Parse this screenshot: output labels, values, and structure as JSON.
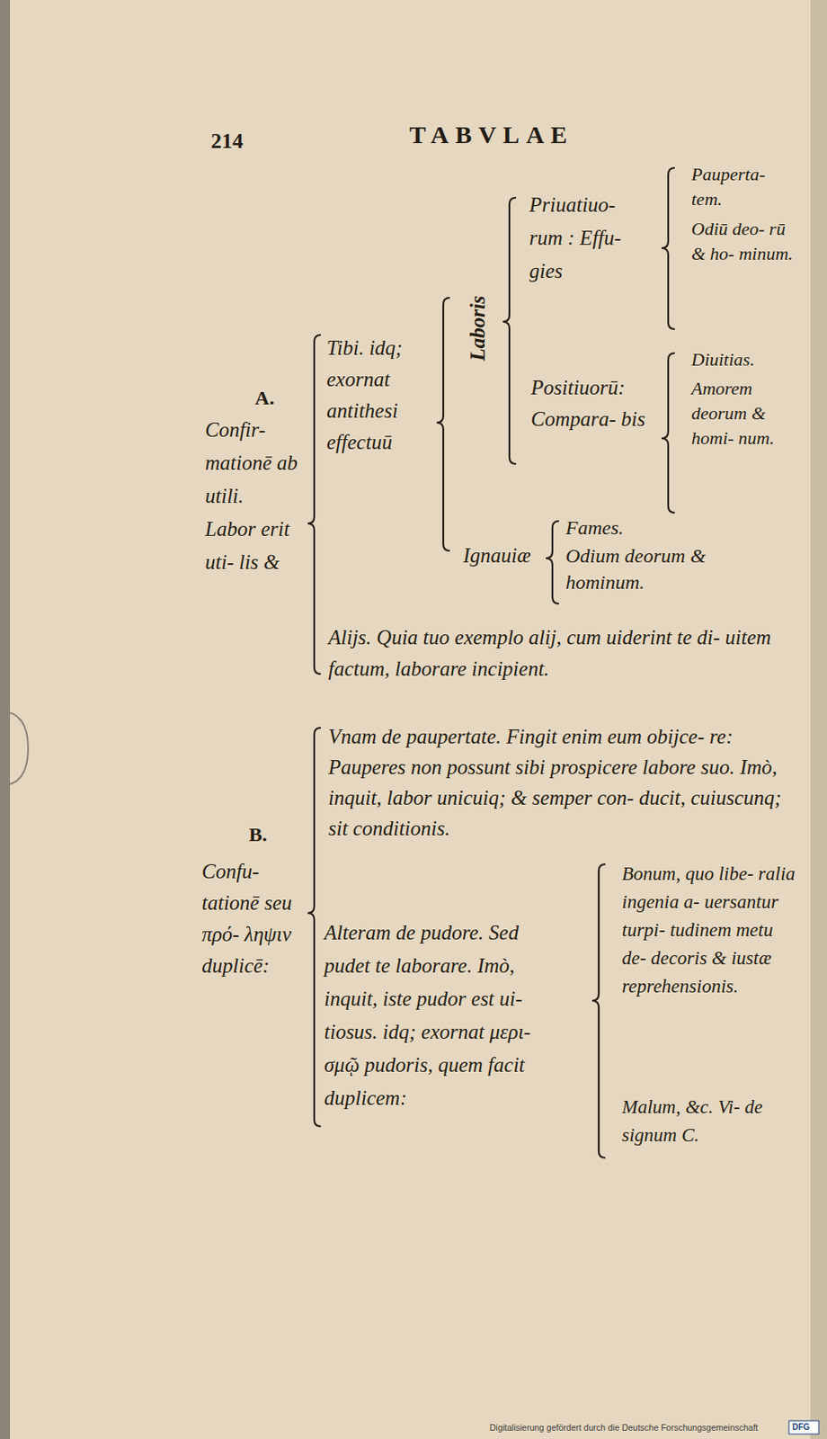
{
  "diagram": {
    "title": "TABVLAE",
    "labels": [
      "214",
      "A.",
      "Confir- mationē ab utili. Labor erit uti- lis &",
      "Tibi. idq; exornat antithesi effectuū",
      "Laboris",
      "Priuatiuo- rum : Effu- gies",
      "Pauperta- tem.",
      "Odiū deo- rū & ho- minum.",
      "Positiuorū: Compara- bis",
      "Diuitias.",
      "Amorem deorum & homi- num.",
      "Ignauiæ",
      "Fames.",
      "Odium deorum & hominum.",
      "Alijs. Quia tuo exemplo alij, cum uiderint te di- uitem factum, laborare incipient.",
      "B.",
      "Confu- tationē seu πρό- ληψιν duplicē:",
      "Vnam de paupertate. Fingit enim eum obijce- re: Pauperes non possunt sibi prospicere labore suo. Imò, inquit, labor unicuiq; & semper con- ducit, cuiuscunq; sit conditionis.",
      "Alteram de pudore. Sed pudet te laborare. Imò, inquit, iste pudor est ui- tiosus. idq; exornat μερι- σμῷ pudoris, quem facit duplicem:",
      "Bonum, quo libe- ralia ingenia a- uersantur turpi- tudinem metu de- decoris & iustæ reprehensionis.",
      "Malum, &c. Vi- de signum C.",
      "Digitalisierung gefördert durch die Deutsche Forschungsgemeinschaft",
      "DFG"
    ]
  }
}
